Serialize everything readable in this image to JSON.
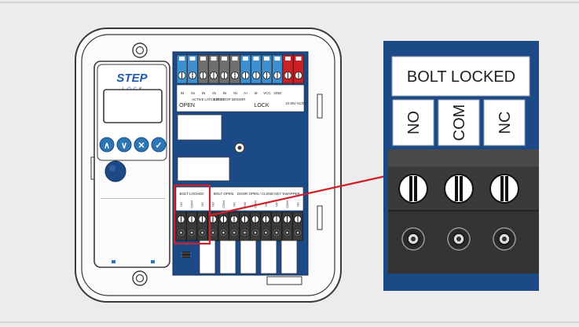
{
  "device": {
    "brand_line1": "STEP",
    "brand_line2": "LOCK",
    "keypad": [
      {
        "name": "up-arrow-icon",
        "glyph": "∧"
      },
      {
        "name": "down-arrow-icon",
        "glyph": "∨"
      },
      {
        "name": "cancel-icon",
        "glyph": "✕"
      },
      {
        "name": "confirm-icon",
        "glyph": "✓"
      }
    ]
  },
  "board": {
    "top_terminals": [
      "IN",
      "IN",
      "IN",
      "IN",
      "IN",
      "IN",
      "A+",
      "B-",
      "VCC",
      "GND"
    ],
    "top_groups": [
      "OPEN",
      "ACTIVE LATCH BOLT",
      "EXT DOOR SENSOR",
      "LOCK",
      "10-30V AC/DC"
    ],
    "bottom_groups": [
      "BOLT LOCKED",
      "BOLT OPEN",
      "DOOR OPEN / CLOSE",
      "KEY SWAPPER"
    ],
    "bottom_terminals": [
      "NO",
      "COM",
      "NC",
      "NO",
      "COM",
      "NC",
      "NO",
      "COM",
      "NC",
      "NO",
      "COM",
      "NC"
    ]
  },
  "zoom": {
    "title": "BOLT LOCKED",
    "terminals": [
      "NO",
      "COM",
      "NC"
    ]
  },
  "colors": {
    "board": "#1b4a86",
    "terminal_blue": "#3d8fd0",
    "terminal_gray": "#6f6f6f",
    "terminal_red": "#cc2027",
    "highlight": "#d0202a",
    "key": "#2d76b6"
  }
}
